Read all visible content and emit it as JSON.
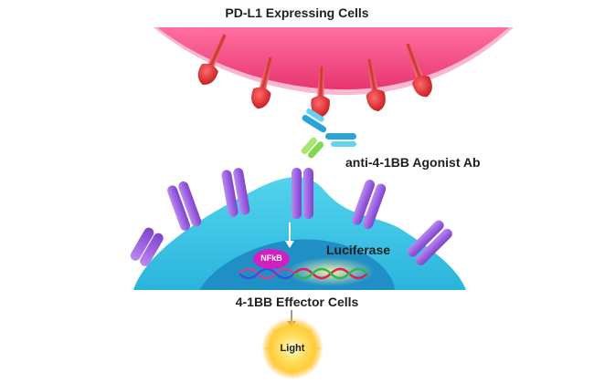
{
  "labels": {
    "top_title": "PD-L1 Expressing Cells",
    "antibody": "anti-4-1BB Agonist Ab",
    "luciferase": "Luciferase",
    "nfkb": "NFkB",
    "bottom_title": "4-1BB Effector Cells",
    "light": "Light"
  },
  "colors": {
    "pdl1_cell": "#ea3f7d",
    "pdl1_cell_edge": "#f7a9c4",
    "pdl1_receptor": "#d3262e",
    "effector_cell": "#3cc7e3",
    "effector_nucleus": "#1f8fc6",
    "receptor_4_1bb": "#a26be0",
    "antibody_heavy": "#2aa3d8",
    "antibody_light": "#65d3ef",
    "antibody_fc": "#7fd84e",
    "nfkb": "#d11fc2",
    "light_glow": "#ffd23f"
  }
}
